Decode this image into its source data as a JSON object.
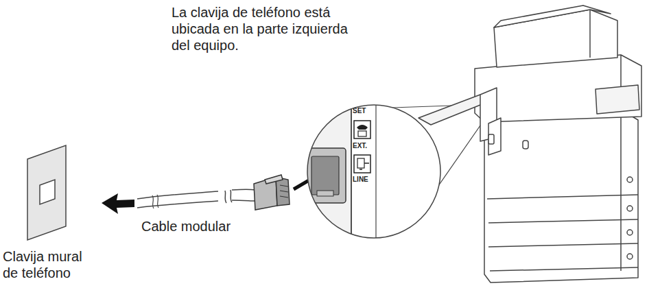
{
  "diagram": {
    "labels": [
      "La clavija de teléfono está ubicada en la parte izquierda del equipo.",
      "SET",
      "EXT.",
      "LINE",
      "Cable modular",
      "Clavija mural de teléfono"
    ]
  }
}
